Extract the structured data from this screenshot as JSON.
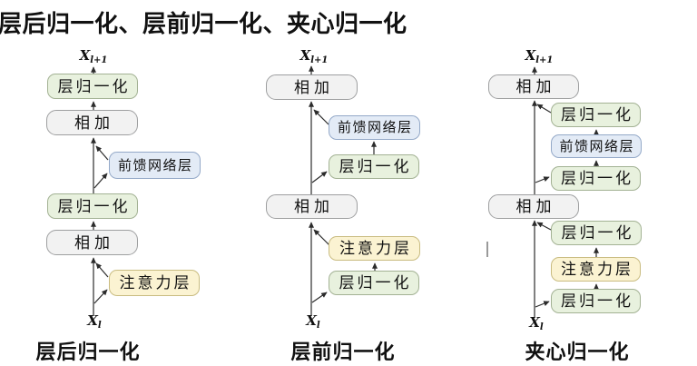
{
  "title": "层后归一化、层前归一化、夹心归一化",
  "labels": {
    "layer_norm": "层归一化",
    "add": "相加",
    "ffn": "前馈网络层",
    "attention": "注意力层",
    "x_base": "X",
    "x_sub_next": "l+1",
    "x_sub": "l"
  },
  "columns": [
    {
      "caption": "层后归一化"
    },
    {
      "caption": "层前归一化"
    },
    {
      "caption": "夹心归一化"
    }
  ],
  "colors": {
    "green_fill": "#e8f1de",
    "green_border": "#a3b294",
    "gray_fill": "#f2f2f2",
    "gray_border": "#9e9fa0",
    "blue_fill": "#e3ebf6",
    "blue_border": "#94a9c8",
    "yellow_fill": "#fbf3d2",
    "yellow_border": "#c9bc81",
    "line": "#2b2b2b",
    "text": "#111111"
  }
}
